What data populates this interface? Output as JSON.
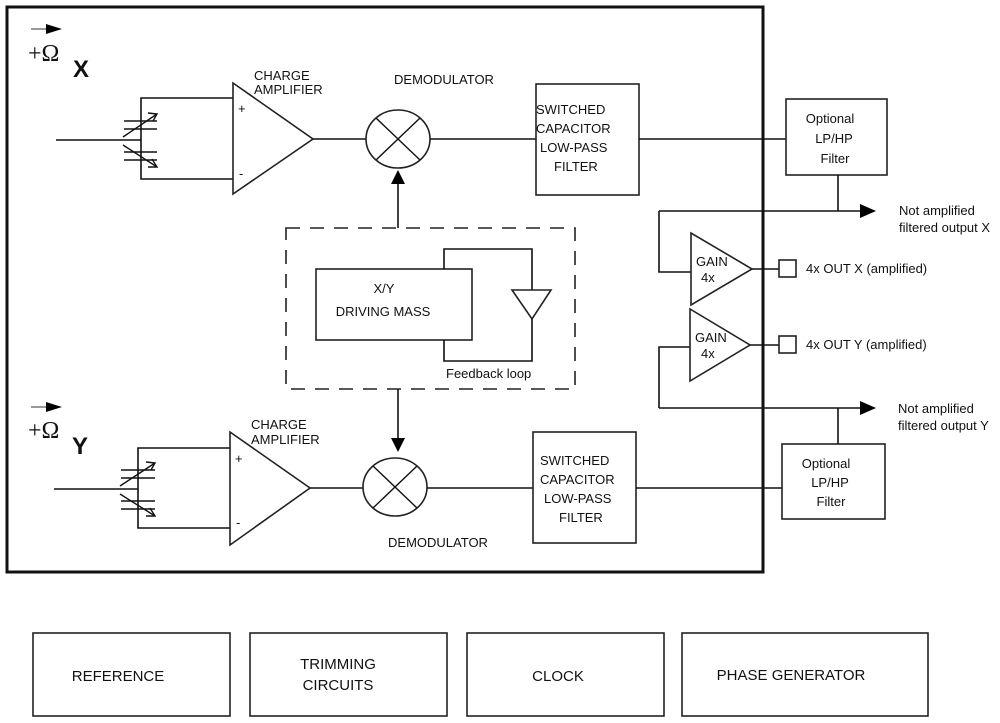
{
  "diagram": {
    "title": "Dual-axis gyroscope block diagram",
    "channels": {
      "x": {
        "rate_symbol": "+Ω",
        "axis_label": "X",
        "amplifier_label_1": "CHARGE",
        "amplifier_label_2": "AMPLIFIER",
        "plus_sign": "+",
        "minus_sign": "-",
        "demodulator_label": "DEMODULATOR",
        "filter_lines": [
          "SWITCHED",
          "CAPACITOR",
          "LOW-PASS",
          "FILTER"
        ],
        "optional_filter_lines": [
          "Optional",
          "LP/HP",
          "Filter"
        ],
        "gain_lines": [
          "GAIN",
          "4x"
        ],
        "amplified_output": "4x OUT X (amplified)",
        "unamplified_output_lines": [
          "Not amplified",
          "filtered output X"
        ]
      },
      "y": {
        "rate_symbol": "+Ω",
        "axis_label": "Y",
        "amplifier_label_1": "CHARGE",
        "amplifier_label_2": "AMPLIFIER",
        "plus_sign": "+",
        "minus_sign": "-",
        "demodulator_label": "DEMODULATOR",
        "filter_lines": [
          "SWITCHED",
          "CAPACITOR",
          "LOW-PASS",
          "FILTER"
        ],
        "optional_filter_lines": [
          "Optional",
          "LP/HP",
          "Filter"
        ],
        "gain_lines": [
          "GAIN",
          "4x"
        ],
        "amplified_output": "4x OUT Y (amplified)",
        "unamplified_output_lines": [
          "Not amplified",
          "filtered output Y"
        ]
      }
    },
    "driving_mass": {
      "lines": [
        "X/Y",
        "DRIVING MASS"
      ],
      "feedback_label": "Feedback loop"
    },
    "support_blocks": [
      {
        "lines": [
          "REFERENCE"
        ]
      },
      {
        "lines": [
          "TRIMMING",
          "CIRCUITS"
        ]
      },
      {
        "lines": [
          "CLOCK"
        ]
      },
      {
        "lines": [
          "PHASE GENERATOR"
        ]
      }
    ]
  }
}
